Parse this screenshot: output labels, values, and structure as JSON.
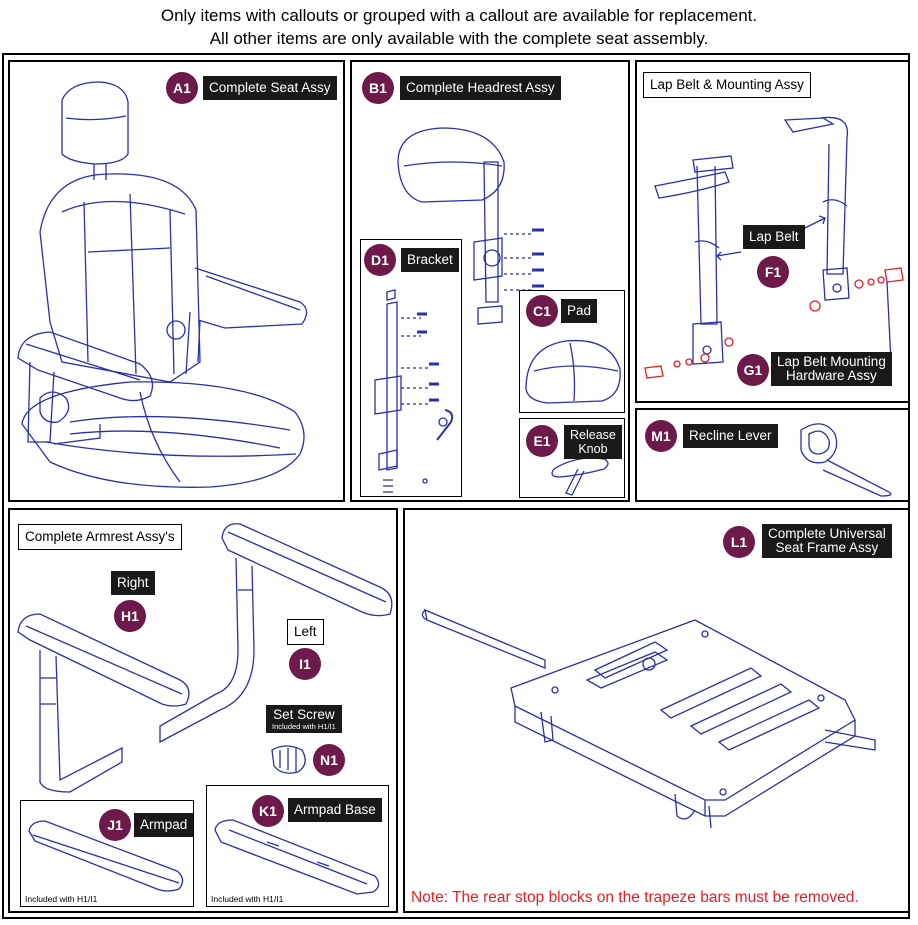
{
  "header": {
    "line1": "Only items with callouts or grouped with a callout are available for replacement.",
    "line2": "All other items are only available with the complete seat assembly."
  },
  "colors": {
    "badge": "#6d1a4a",
    "label_bg": "#1b1819",
    "line_art": "#2b2fa8",
    "note": "#e41e26",
    "fasteners": "#e41e26"
  },
  "callouts": {
    "a1": {
      "code": "A1",
      "label": "Complete Seat Assy"
    },
    "b1": {
      "code": "B1",
      "label": "Complete Headrest Assy"
    },
    "d1": {
      "code": "D1",
      "label": "Bracket"
    },
    "c1": {
      "code": "C1",
      "label": "Pad"
    },
    "e1": {
      "code": "E1",
      "label_line1": "Release",
      "label_line2": "Knob"
    },
    "lap": {
      "title": "Lap Belt & Mounting Assy"
    },
    "f1": {
      "code": "F1",
      "label": "Lap Belt"
    },
    "g1": {
      "code": "G1",
      "label_line1": "Lap Belt Mounting",
      "label_line2": "Hardware Assy"
    },
    "m1": {
      "code": "M1",
      "label": "Recline Lever"
    },
    "armrests": {
      "title": "Complete Armrest Assy's"
    },
    "h1": {
      "code": "H1",
      "label": "Right"
    },
    "i1": {
      "code": "I1",
      "label": "Left"
    },
    "n1": {
      "code": "N1",
      "label": "Set Screw",
      "sublabel": "Included with H1/I1"
    },
    "j1": {
      "code": "J1",
      "label": "Armpad",
      "footnote": "Included with H1/I1"
    },
    "k1": {
      "code": "K1",
      "label": "Armpad Base",
      "footnote": "Included with H1/I1"
    },
    "l1": {
      "code": "L1",
      "label_line1": "Complete Universal",
      "label_line2": "Seat Frame Assy"
    }
  },
  "note": "Note: The rear stop blocks on the trapeze bars must be removed."
}
